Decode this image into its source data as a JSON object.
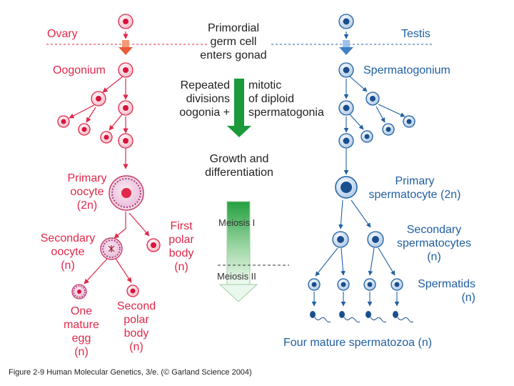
{
  "left": {
    "header": "Ovary",
    "oogonium": "Oogonium",
    "primary_oocyte": [
      "Primary",
      "oocyte",
      "(2n)"
    ],
    "secondary_oocyte": [
      "Secondary",
      "oocyte",
      "(n)"
    ],
    "first_polar_body": [
      "First",
      "polar",
      "body",
      "(n)"
    ],
    "mature_egg": [
      "One",
      "mature",
      "egg",
      "(n)"
    ],
    "second_polar_body": [
      "Second",
      "polar",
      "body",
      "(n)"
    ]
  },
  "center": {
    "primordial": [
      "Primordial",
      "germ cell",
      "enters gonad"
    ],
    "repeated_left": [
      "Repeated",
      "divisions",
      "oogonia +"
    ],
    "repeated_right": [
      "mitotic",
      "of diploid",
      "spermatogonia"
    ],
    "growth": [
      "Growth and",
      "differentiation"
    ],
    "meiosis1": "Meiosis I",
    "meiosis2": "Meiosis II"
  },
  "right": {
    "header": "Testis",
    "spermatogonium": "Spermatogonium",
    "primary_spermatocyte": [
      "Primary",
      "spermatocyte (2n)"
    ],
    "secondary_spermatocytes": [
      "Secondary",
      "spermatocytes",
      "(n)"
    ],
    "spermatids": [
      "Spermatids",
      "(n)"
    ],
    "spermatozoa": "Four mature spermatozoa (n)"
  },
  "caption": "Figure 2-9  Human Molecular Genetics, 3/e.  (© Garland Science 2004)",
  "colors": {
    "pink": "#e0284a",
    "blue": "#1f5fa3",
    "green": "#1a9a3a"
  }
}
